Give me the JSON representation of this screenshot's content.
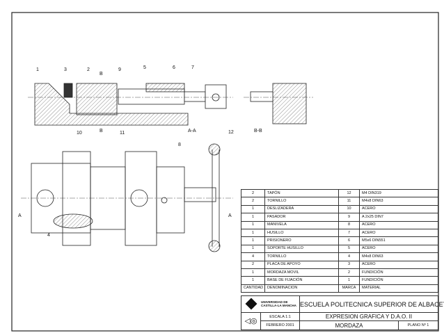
{
  "parts_table": {
    "headers": {
      "qty": "CANTIDAD",
      "name": "DENOMINACION",
      "mark": "MARCA",
      "material": "MATERIAL"
    },
    "rows": [
      {
        "qty": "2",
        "name": "TAPÓN",
        "mark": "12",
        "material": "M4 DIN319"
      },
      {
        "qty": "2",
        "name": "TORNILLO",
        "mark": "11",
        "material": "M4x8 DIN63"
      },
      {
        "qty": "1",
        "name": "DESLIZADERA",
        "mark": "10",
        "material": "ACERO"
      },
      {
        "qty": "1",
        "name": "PASADOR",
        "mark": "9",
        "material": "A 2x25 DIN7"
      },
      {
        "qty": "1",
        "name": "MANIVELA",
        "mark": "8",
        "material": "ACERO"
      },
      {
        "qty": "1",
        "name": "HUSILLO",
        "mark": "7",
        "material": "ACERO"
      },
      {
        "qty": "1",
        "name": "PRISIONERO",
        "mark": "6",
        "material": "M5x6 DIN551"
      },
      {
        "qty": "1",
        "name": "SOPORTE HUSILLO",
        "mark": "5",
        "material": "ACERO"
      },
      {
        "qty": "4",
        "name": "TORNILLO",
        "mark": "4",
        "material": "M4x8 DIN63"
      },
      {
        "qty": "2",
        "name": "PLACA DE APOYO",
        "mark": "3",
        "material": "ACERO"
      },
      {
        "qty": "1",
        "name": "MORDAZA MOVIL",
        "mark": "2",
        "material": "FUNDICIÓN"
      },
      {
        "qty": "1",
        "name": "BASE DE FIJACIÓN",
        "mark": "1",
        "material": "FUNDICIÓN"
      }
    ]
  },
  "title_block": {
    "university": "UNIVERSIDAD DE CASTILLA-LA MANCHA",
    "school": "ESCUELA POLITECNICA SUPERIOR DE ALBACETE",
    "scale": "ESCALA 1:1",
    "date": "FEBRERO 2001",
    "course": "EXPRESION GRAFICA Y D.A.O. II",
    "title": "MORDAZA",
    "sheet": "PLANO Nº 1"
  },
  "labels": {
    "balloons": [
      "1",
      "3",
      "2",
      "B",
      "9",
      "5",
      "6",
      "7",
      "10",
      "B",
      "11",
      "12",
      "8",
      "4"
    ],
    "section_aa": "A-A",
    "section_bb": "B-B",
    "cut_a": "A"
  }
}
